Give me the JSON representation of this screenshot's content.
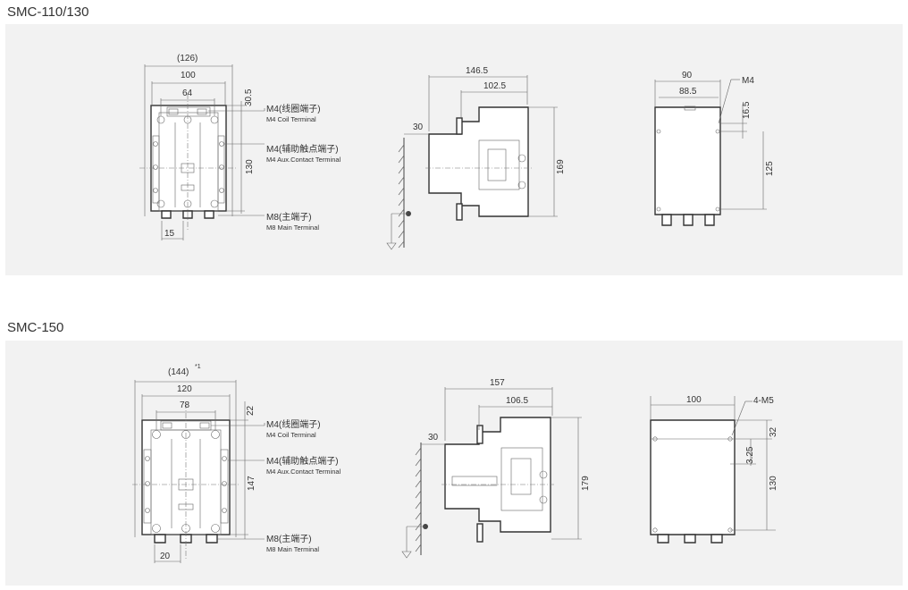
{
  "sections": [
    {
      "title": "SMC-110/130",
      "front": {
        "dims": {
          "outer": "(126)",
          "width": "100",
          "terminal_pitch": "64",
          "top_offset": "30.5",
          "height": "130",
          "bottom_pitch": "15"
        },
        "labels": [
          {
            "cn": "M4(线圈端子)",
            "en": "M4 Coil Terminal"
          },
          {
            "cn": "M4(辅助触点端子)",
            "en": "M4 Aux.Contact Terminal"
          },
          {
            "cn": "M8(主端子)",
            "en": "M8 Main Terminal"
          }
        ]
      },
      "side": {
        "dims": {
          "depth": "146.5",
          "depth_inner": "102.5",
          "rail": "30",
          "height": "169"
        }
      },
      "back": {
        "dims": {
          "width": "90",
          "mount_width": "88.5",
          "top_offset": "16.5",
          "mount_height": "125"
        },
        "screw": "M4"
      }
    },
    {
      "title": "SMC-150",
      "front": {
        "dims": {
          "outer": "(144)",
          "outer_note": "*1",
          "width": "120",
          "terminal_pitch": "78",
          "top_offset": "22",
          "height": "147",
          "bottom_pitch": "20"
        },
        "labels": [
          {
            "cn": "M4(线圈端子)",
            "en": "M4 Coil Terminal"
          },
          {
            "cn": "M4(辅助触点端子)",
            "en": "M4 Aux.Contact Terminal"
          },
          {
            "cn": "M8(主端子)",
            "en": "M8 Main Terminal"
          }
        ]
      },
      "side": {
        "dims": {
          "depth": "157",
          "depth_inner": "106.5",
          "rail": "30",
          "height": "179"
        }
      },
      "back": {
        "dims": {
          "width": "100",
          "top_offset": "32",
          "mid_offset": "3.25",
          "mount_height": "130"
        },
        "screw": "4-M5"
      }
    }
  ]
}
